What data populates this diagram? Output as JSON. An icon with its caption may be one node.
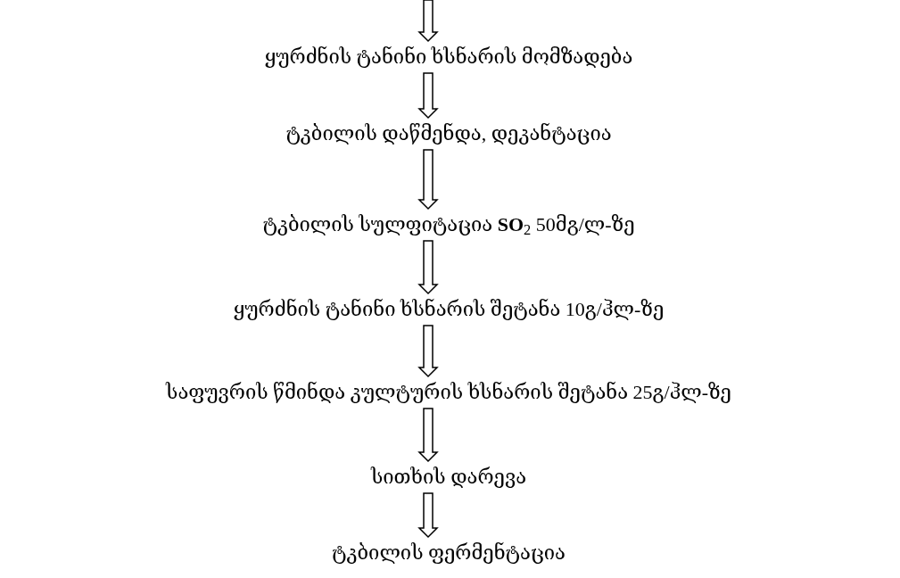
{
  "diagram": {
    "nodes": [
      {
        "text": [
          "ყურძნის ტანინი ხსნარის მომზადება"
        ]
      },
      {
        "text": [
          "ტკბილის დაწმენდა, დეკანტაცია"
        ]
      },
      {
        "text": [
          "ტკბილის სულფიტაცია **SO**$_{2}$ 50მგ/ლ-ზე"
        ]
      },
      {
        "text": [
          "ყურძნის ტანინი ხსნარის შეტანა 10გ/ჰლ-ზე"
        ]
      },
      {
        "text": [
          "საფუვრის წმინდა კულტურის ხსნარის შეტანა 25გ/ჰლ-ზე"
        ]
      },
      {
        "text": [
          "სითხის დარევა"
        ]
      },
      {
        "text": [
          "ტკბილის ფერმენტაცია"
        ]
      }
    ],
    "edges": [
      {
        "from": null,
        "to": 0,
        "arrow": "to"
      },
      {
        "from": 0,
        "to": 1,
        "arrow": "to"
      },
      {
        "from": 1,
        "to": 2,
        "arrow": "to"
      },
      {
        "from": 2,
        "to": 3,
        "arrow": "to"
      },
      {
        "from": 3,
        "to": 4,
        "arrow": "to"
      },
      {
        "from": 4,
        "to": 5,
        "arrow": "to"
      },
      {
        "from": 5,
        "to": 6,
        "arrow": "to"
      }
    ]
  }
}
